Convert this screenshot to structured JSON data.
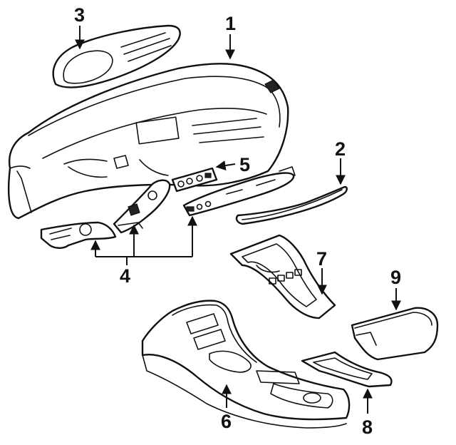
{
  "callouts": [
    {
      "id": "1",
      "text": "1"
    },
    {
      "id": "2",
      "text": "2"
    },
    {
      "id": "3",
      "text": "3"
    },
    {
      "id": "4",
      "text": "4"
    },
    {
      "id": "5",
      "text": "5"
    },
    {
      "id": "6",
      "text": "6"
    },
    {
      "id": "7",
      "text": "7"
    },
    {
      "id": "8",
      "text": "8"
    },
    {
      "id": "9",
      "text": "9"
    }
  ],
  "colors": {
    "line": "#111111",
    "background": "#ffffff"
  }
}
